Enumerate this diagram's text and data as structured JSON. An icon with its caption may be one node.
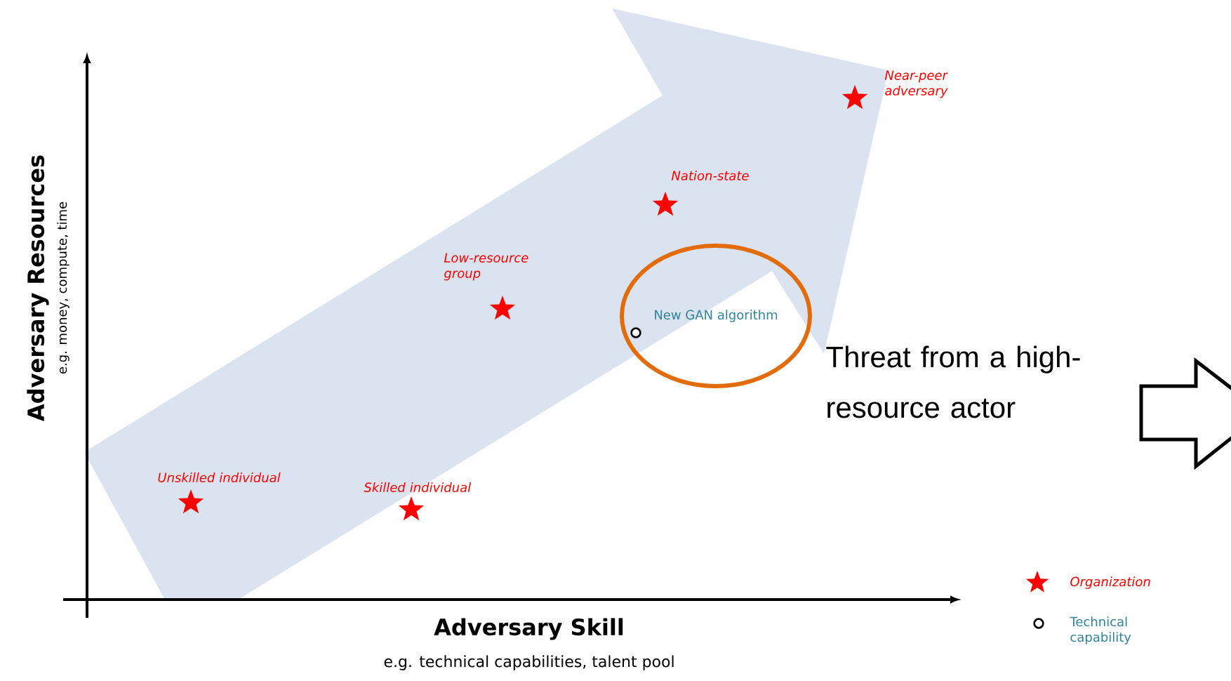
{
  "diagram": {
    "nodes": [
      {
        "text": [
          "New GAN algorithm"
        ]
      }
    ],
    "edges": [],
    "labels": [
      "Near-peer adversary",
      "Nation-state",
      "Low-resource group",
      "Threat from a high-resource actor",
      "Unskilled individual",
      "Skilled individual",
      "Adversary Resources",
      "e.g. money, compute, time",
      "Adversary Skill",
      "e.g. technical capabilities, talent pool"
    ],
    "legend": [
      {
        "text": "Organization"
      },
      {
        "text": "Technical capability"
      }
    ]
  }
}
